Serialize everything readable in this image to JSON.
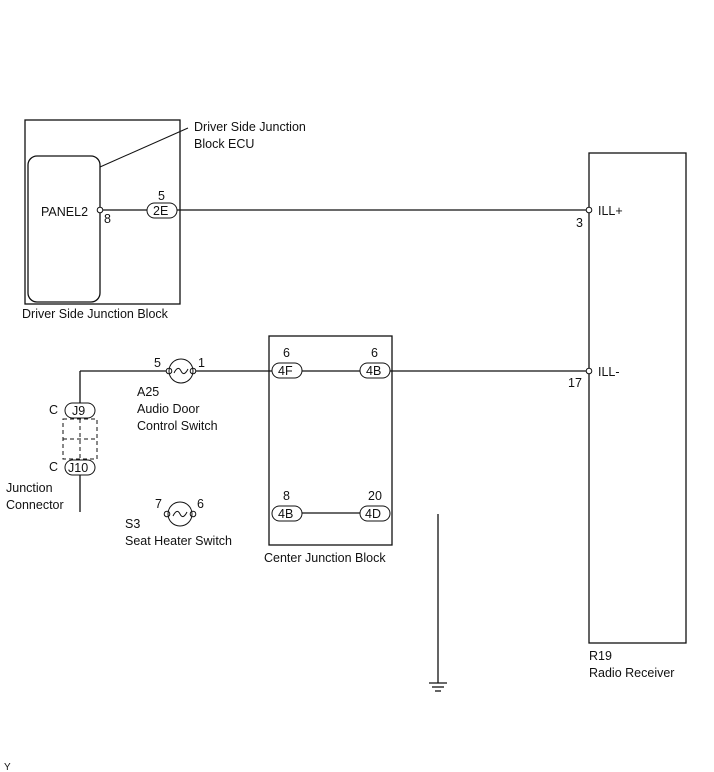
{
  "driver_jb": {
    "ecu_label_line1": "Driver Side Junction",
    "ecu_label_line2": "Block ECU",
    "panel_label": "PANEL2",
    "pin_8": "8",
    "pin_5": "5",
    "connector_2e": "2E",
    "caption": "Driver Side Junction Block"
  },
  "radio": {
    "ill_plus": "ILL+",
    "pin_3": "3",
    "ill_minus": "ILL-",
    "pin_17": "17",
    "id": "R19",
    "name": "Radio Receiver"
  },
  "audio_switch": {
    "pin_5": "5",
    "pin_1": "1",
    "id": "A25",
    "name_line1": "Audio Door",
    "name_line2": "Control Switch"
  },
  "junction_connector": {
    "c_top": "C",
    "j9": "J9",
    "c_bottom": "C",
    "j10": "J10",
    "name_line1": "Junction",
    "name_line2": "Connector"
  },
  "seat_heater_switch": {
    "pin_7": "7",
    "pin_6": "6",
    "id": "S3",
    "name": "Seat Heater Switch"
  },
  "center_jb": {
    "pin_6_left": "6",
    "conn_4f": "4F",
    "pin_6_right": "6",
    "conn_4b_top": "4B",
    "pin_8": "8",
    "conn_4b_bottom": "4B",
    "pin_20": "20",
    "conn_4d": "4D",
    "caption": "Center Junction Block"
  },
  "corner_mark": "Y"
}
